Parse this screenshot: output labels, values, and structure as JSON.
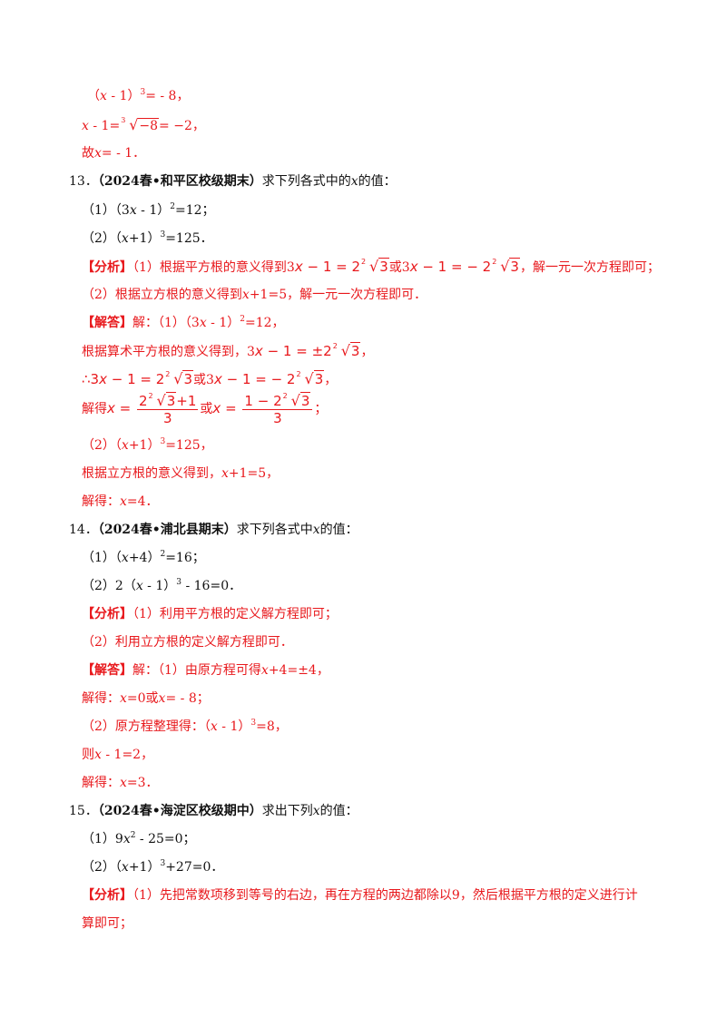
{
  "top": {
    "line1_a": "（",
    "line1_x": "x",
    "line1_b": " - 1）",
    "line1_sup": "3",
    "line1_c": "= - 8，",
    "line2_x": "x",
    "line2_b": " - 1=",
    "line2_idx": "3",
    "line2_sym": "√",
    "line2_rad": "−8",
    "line2_c": "= −2，",
    "line3_a": "故",
    "line3_x": "x",
    "line3_c": "= - 1．"
  },
  "q13": {
    "number": "13．",
    "source": "（2024春•和平区校级期末）",
    "prompt_a": "求下列各式中的",
    "prompt_x": "x",
    "prompt_b": "的值：",
    "part1_a": "（1）（3",
    "part1_x": "x",
    "part1_b": " - 1）",
    "part1_sup": "2",
    "part1_c": "=12；",
    "part2_a": "（2）（",
    "part2_x": "x",
    "part2_b": "+1）",
    "part2_sup": "3",
    "part2_c": "=125．",
    "analysis_tag": "【分析】",
    "analysis1_a": "（1）根据平方根的意义得到3",
    "analysis1_x1": "x",
    "analysis1_b": " − 1 = 2",
    "analysis1_c": "或3",
    "analysis1_x2": "x",
    "analysis1_d": " − 1 = − 2",
    "analysis1_e": "，解一元一次方程即可；",
    "analysis2_a": "（2）根据立方根的意义得到",
    "analysis2_x": "x",
    "analysis2_b": "+1=5，解一元一次方程即可．",
    "answer_tag": "【解答】",
    "ans1_a": "解：（1）（3",
    "ans1_x": "x",
    "ans1_b": " - 1）",
    "ans1_sup": "2",
    "ans1_c": "=12，",
    "ans2_a": "根据算术平方根的意义得到，3",
    "ans2_x": "x",
    "ans2_b": " − 1 = ±2",
    "ans2_c": "，",
    "ans3_a": "∴3",
    "ans3_x1": "x",
    "ans3_b": " − 1 = 2",
    "ans3_c": "或3",
    "ans3_x2": "x",
    "ans3_d": " − 1 = − 2",
    "ans3_e": "，",
    "ans4_a": "解得",
    "ans4_x1": "x",
    "ans4_eq": " = ",
    "ans4_num1_a": "2",
    "ans4_num1_b": "+1",
    "ans4_den": "3",
    "ans4_or": "或",
    "ans4_x2": "x",
    "ans4_num2_a": "1 − 2",
    "ans4_end": "；",
    "ans5_a": "（2）（",
    "ans5_x": "x",
    "ans5_b": "+1）",
    "ans5_sup": "3",
    "ans5_c": "=125，",
    "ans6_a": "根据立方根的意义得到，",
    "ans6_x": "x",
    "ans6_b": "+1=5，",
    "ans7_a": "解得：",
    "ans7_x": "x",
    "ans7_b": "=4．",
    "rad_idx": "2",
    "rad_sym": "√",
    "rad_val": "3"
  },
  "q14": {
    "number": "14．",
    "source": "（2024春•浦北县期末）",
    "prompt_a": "求下列各式中",
    "prompt_x": "x",
    "prompt_b": "的值：",
    "part1_a": "（1）（",
    "part1_x": "x",
    "part1_b": "+4）",
    "part1_sup": "2",
    "part1_c": "=16；",
    "part2_a": "（2）2（",
    "part2_x": "x",
    "part2_b": " - 1）",
    "part2_sup": "3",
    "part2_c": " - 16=0．",
    "analysis_tag": "【分析】",
    "analysis1": "（1）利用平方根的定义解方程即可；",
    "analysis2": "（2）利用立方根的定义解方程即可．",
    "answer_tag": "【解答】",
    "ans1_a": "解：（1）由原方程可得",
    "ans1_x": "x",
    "ans1_b": "+4=±4，",
    "ans2_a": "解得：",
    "ans2_x1": "x",
    "ans2_b": "=0或",
    "ans2_x2": "x",
    "ans2_c": "= - 8；",
    "ans3_a": "（2）原方程整理得：（",
    "ans3_x": "x",
    "ans3_b": " - 1）",
    "ans3_sup": "3",
    "ans3_c": "=8，",
    "ans4_a": "则",
    "ans4_x": "x",
    "ans4_b": " - 1=2，",
    "ans5_a": "解得：",
    "ans5_x": "x",
    "ans5_b": "=3．"
  },
  "q15": {
    "number": "15．",
    "source": "（2024春•海淀区校级期中）",
    "prompt_a": "求出下列",
    "prompt_x": "x",
    "prompt_b": "的值：",
    "part1_a": "（1）9",
    "part1_x": "x",
    "part1_sup": "2",
    "part1_b": " - 25=0；",
    "part2_a": "（2）（",
    "part2_x": "x",
    "part2_b": "+1）",
    "part2_sup": "3",
    "part2_c": "+27=0．",
    "analysis_tag": "【分析】",
    "analysis1": "（1）先把常数项移到等号的右边，再在方程的两边都除以9，然后根据平方根的定义进行计",
    "analysis2": "算即可；"
  },
  "colors": {
    "answer": "#e8181c",
    "text": "#111111"
  }
}
